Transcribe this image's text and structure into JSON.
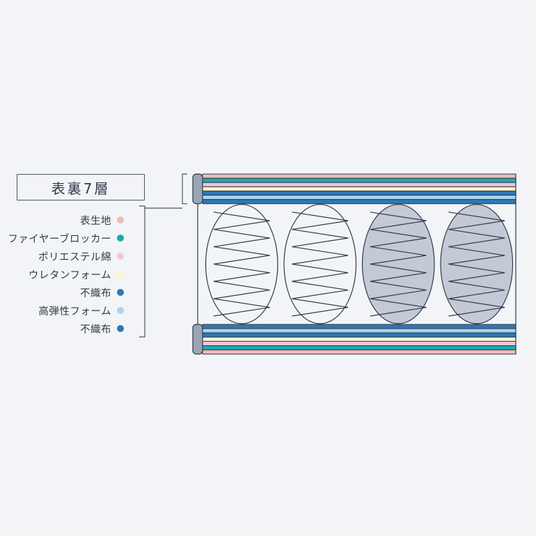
{
  "title": "表裏7層",
  "layers": [
    {
      "label": "表生地",
      "color": "#f2b8bb"
    },
    {
      "label": "ファイヤーブロッカー",
      "color": "#1faaaa"
    },
    {
      "label": "ポリエステル綿",
      "color": "#f2c4dd"
    },
    {
      "label": "ウレタンフォーム",
      "color": "#fbf4cc"
    },
    {
      "label": "不織布",
      "color": "#2e78b4"
    },
    {
      "label": "高弾性フォーム",
      "color": "#a9d4ef"
    },
    {
      "label": "不織布",
      "color": "#2e78b4"
    }
  ],
  "coils": [
    {
      "shaded": false
    },
    {
      "shaded": false
    },
    {
      "shaded": true
    },
    {
      "shaded": true
    }
  ],
  "colors": {
    "background": "#f2f4f7",
    "outline": "#2e3a4a",
    "bracket": "#4a5565",
    "coil_shade": "#c3cad5",
    "end_cap": "#9aa4b3"
  }
}
